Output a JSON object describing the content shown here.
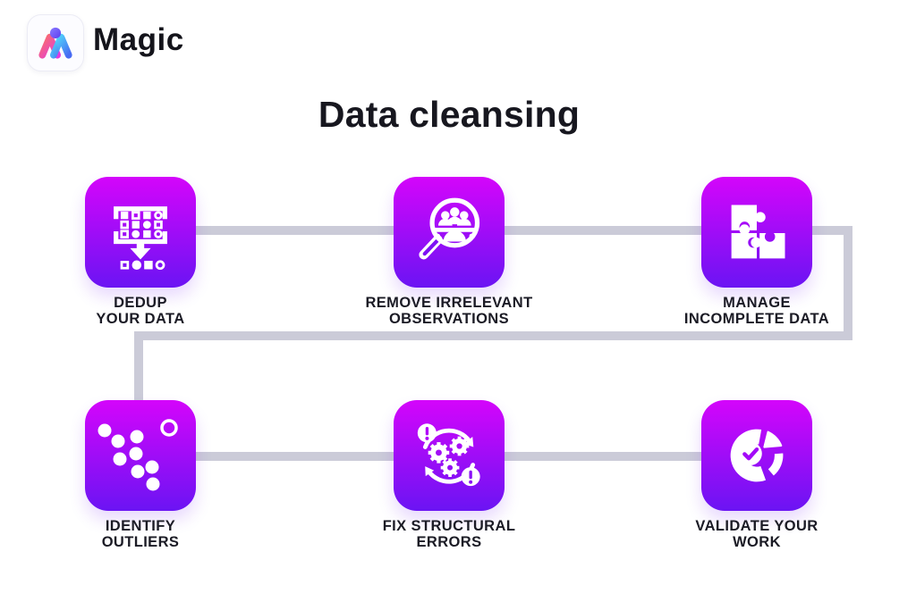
{
  "brand": {
    "name": "Magic",
    "logo_icon": "magic-m-logo"
  },
  "title": "Data cleansing",
  "colors": {
    "background": "#ffffff",
    "tile_gradient_top": "#d405fb",
    "tile_gradient_bottom": "#6b14f3",
    "connector": "#cbcbd8",
    "text_dark": "#1b1b25",
    "icon": "#ffffff"
  },
  "steps": [
    {
      "id": 1,
      "label": "DEDUP\nYOUR DATA",
      "icon": "dedup-grid-arrow-icon"
    },
    {
      "id": 2,
      "label": "REMOVE IRRELEVANT\nOBSERVATIONS",
      "icon": "magnifier-people-icon"
    },
    {
      "id": 3,
      "label": "MANAGE\nINCOMPLETE DATA",
      "icon": "puzzle-pieces-icon"
    },
    {
      "id": 4,
      "label": "IDENTIFY\nOUTLIERS",
      "icon": "scatter-outlier-icon"
    },
    {
      "id": 5,
      "label": "FIX STRUCTURAL\nERRORS",
      "icon": "gears-cycle-alert-icon"
    },
    {
      "id": 6,
      "label": "VALIDATE YOUR\nWORK",
      "icon": "pie-check-icon"
    }
  ]
}
